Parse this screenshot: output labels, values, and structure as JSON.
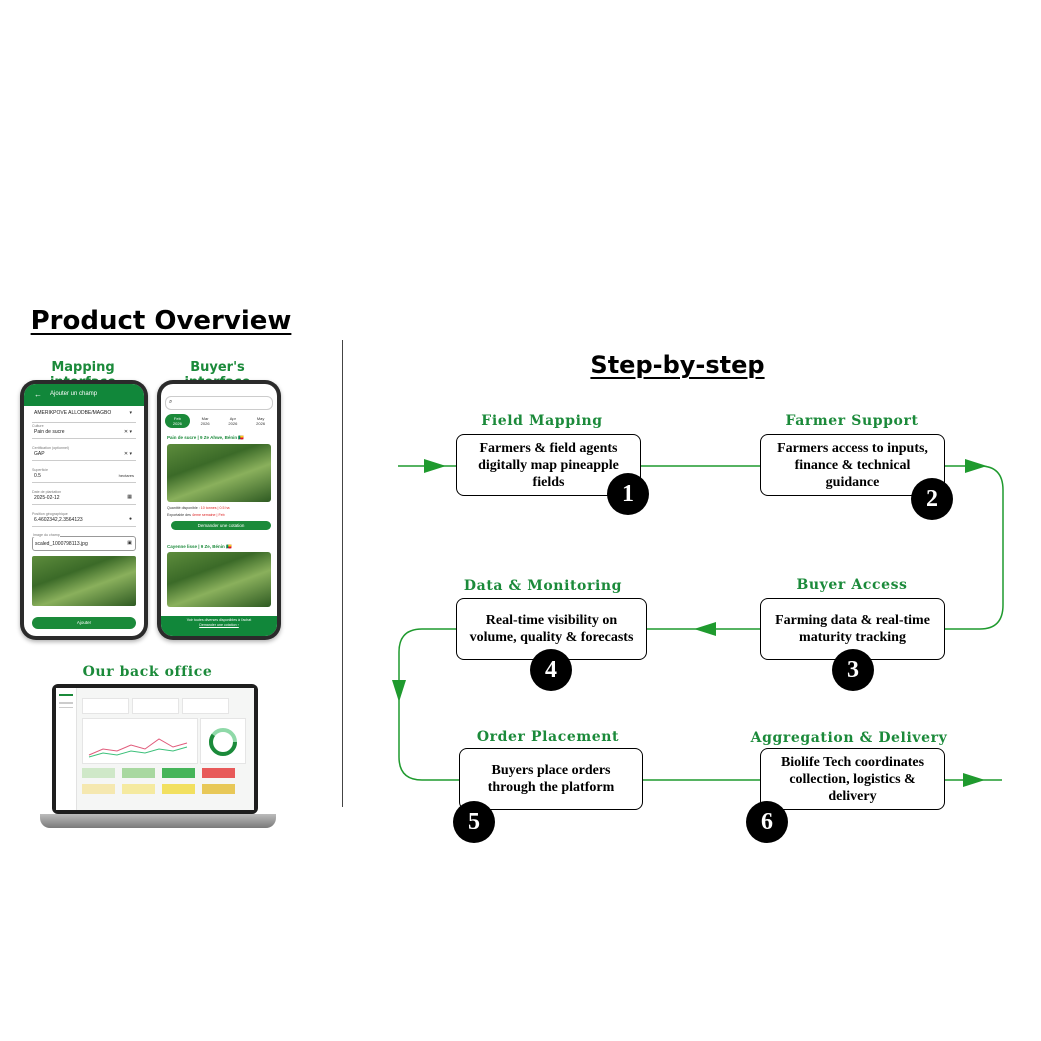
{
  "left": {
    "title": "Product Overview",
    "mapping_label": "Mapping interface",
    "buyer_label": "Buyer's interface",
    "backoffice_label": "Our back office"
  },
  "mapping_screen": {
    "header": "Ajouter un champ",
    "fields": [
      {
        "label": "",
        "value": "AMERIKPOVE ALLODBE/MAGBO"
      },
      {
        "label": "Culture",
        "value": "Pain de sucre"
      },
      {
        "label": "Certification (optionnel)",
        "value": "GAP"
      },
      {
        "label": "Superficie",
        "value": "0.5",
        "unit": "hectares"
      },
      {
        "label": "Date de plantation",
        "value": "2025-02-12"
      },
      {
        "label": "Position géographique",
        "value": "6.4602342,2.3564123"
      },
      {
        "label": "Image du champ",
        "value": "scaled_1000798113.jpg"
      }
    ],
    "submit": "Ajouter"
  },
  "buyer_screen": {
    "search_placeholder": "Search...",
    "months": [
      {
        "name": "Feb",
        "sub": "2026"
      },
      {
        "name": "Mar",
        "sub": "2026"
      },
      {
        "name": "Apr",
        "sub": "2026"
      },
      {
        "name": "May",
        "sub": "2026"
      }
    ],
    "card1_title": "Pain de sucre | 9 Ze Ahwe, Bénin 🇧🇯",
    "card1_line1_label": "Quantité disponible : ",
    "card1_line1_value": "10 tonnes | 0.5 ha",
    "card1_line2_label": "Exportable des ",
    "card1_line2_value": "4eme semaine | Feb",
    "card1_button": "Demander une cotation",
    "card2_title": "Cayenne lisse | 9 Ze, Bénin 🇧🇯",
    "footer_line1": "Voir toutes diverses disponibles à l'achat",
    "footer_line2": "Demander une cotation ›"
  },
  "steps_title": "Step-by-step",
  "steps": [
    {
      "label": "Field Mapping",
      "lines": [
        "Farmers & field agents",
        "digitally map pineapple",
        "fields"
      ],
      "number": "1"
    },
    {
      "label": "Farmer Support",
      "lines": [
        "Farmers access to inputs,",
        "finance & technical",
        "guidance"
      ],
      "number": "2"
    },
    {
      "label": "Buyer Access",
      "lines": [
        "Farming data & real-time",
        "maturity tracking"
      ],
      "number": "3"
    },
    {
      "label": "Data & Monitoring",
      "lines": [
        "Real-time visibility on",
        "volume, quality & forecasts"
      ],
      "number": "4"
    },
    {
      "label": "Order Placement",
      "lines": [
        "Buyers place orders",
        "through the platform"
      ],
      "number": "5"
    },
    {
      "label": "Aggregation & Delivery",
      "lines": [
        "Biolife Tech coordinates",
        "collection, logistics &",
        "delivery"
      ],
      "number": "6"
    }
  ],
  "colors": {
    "accent": "#1b8a3a",
    "flow": "#1f9a2e"
  }
}
